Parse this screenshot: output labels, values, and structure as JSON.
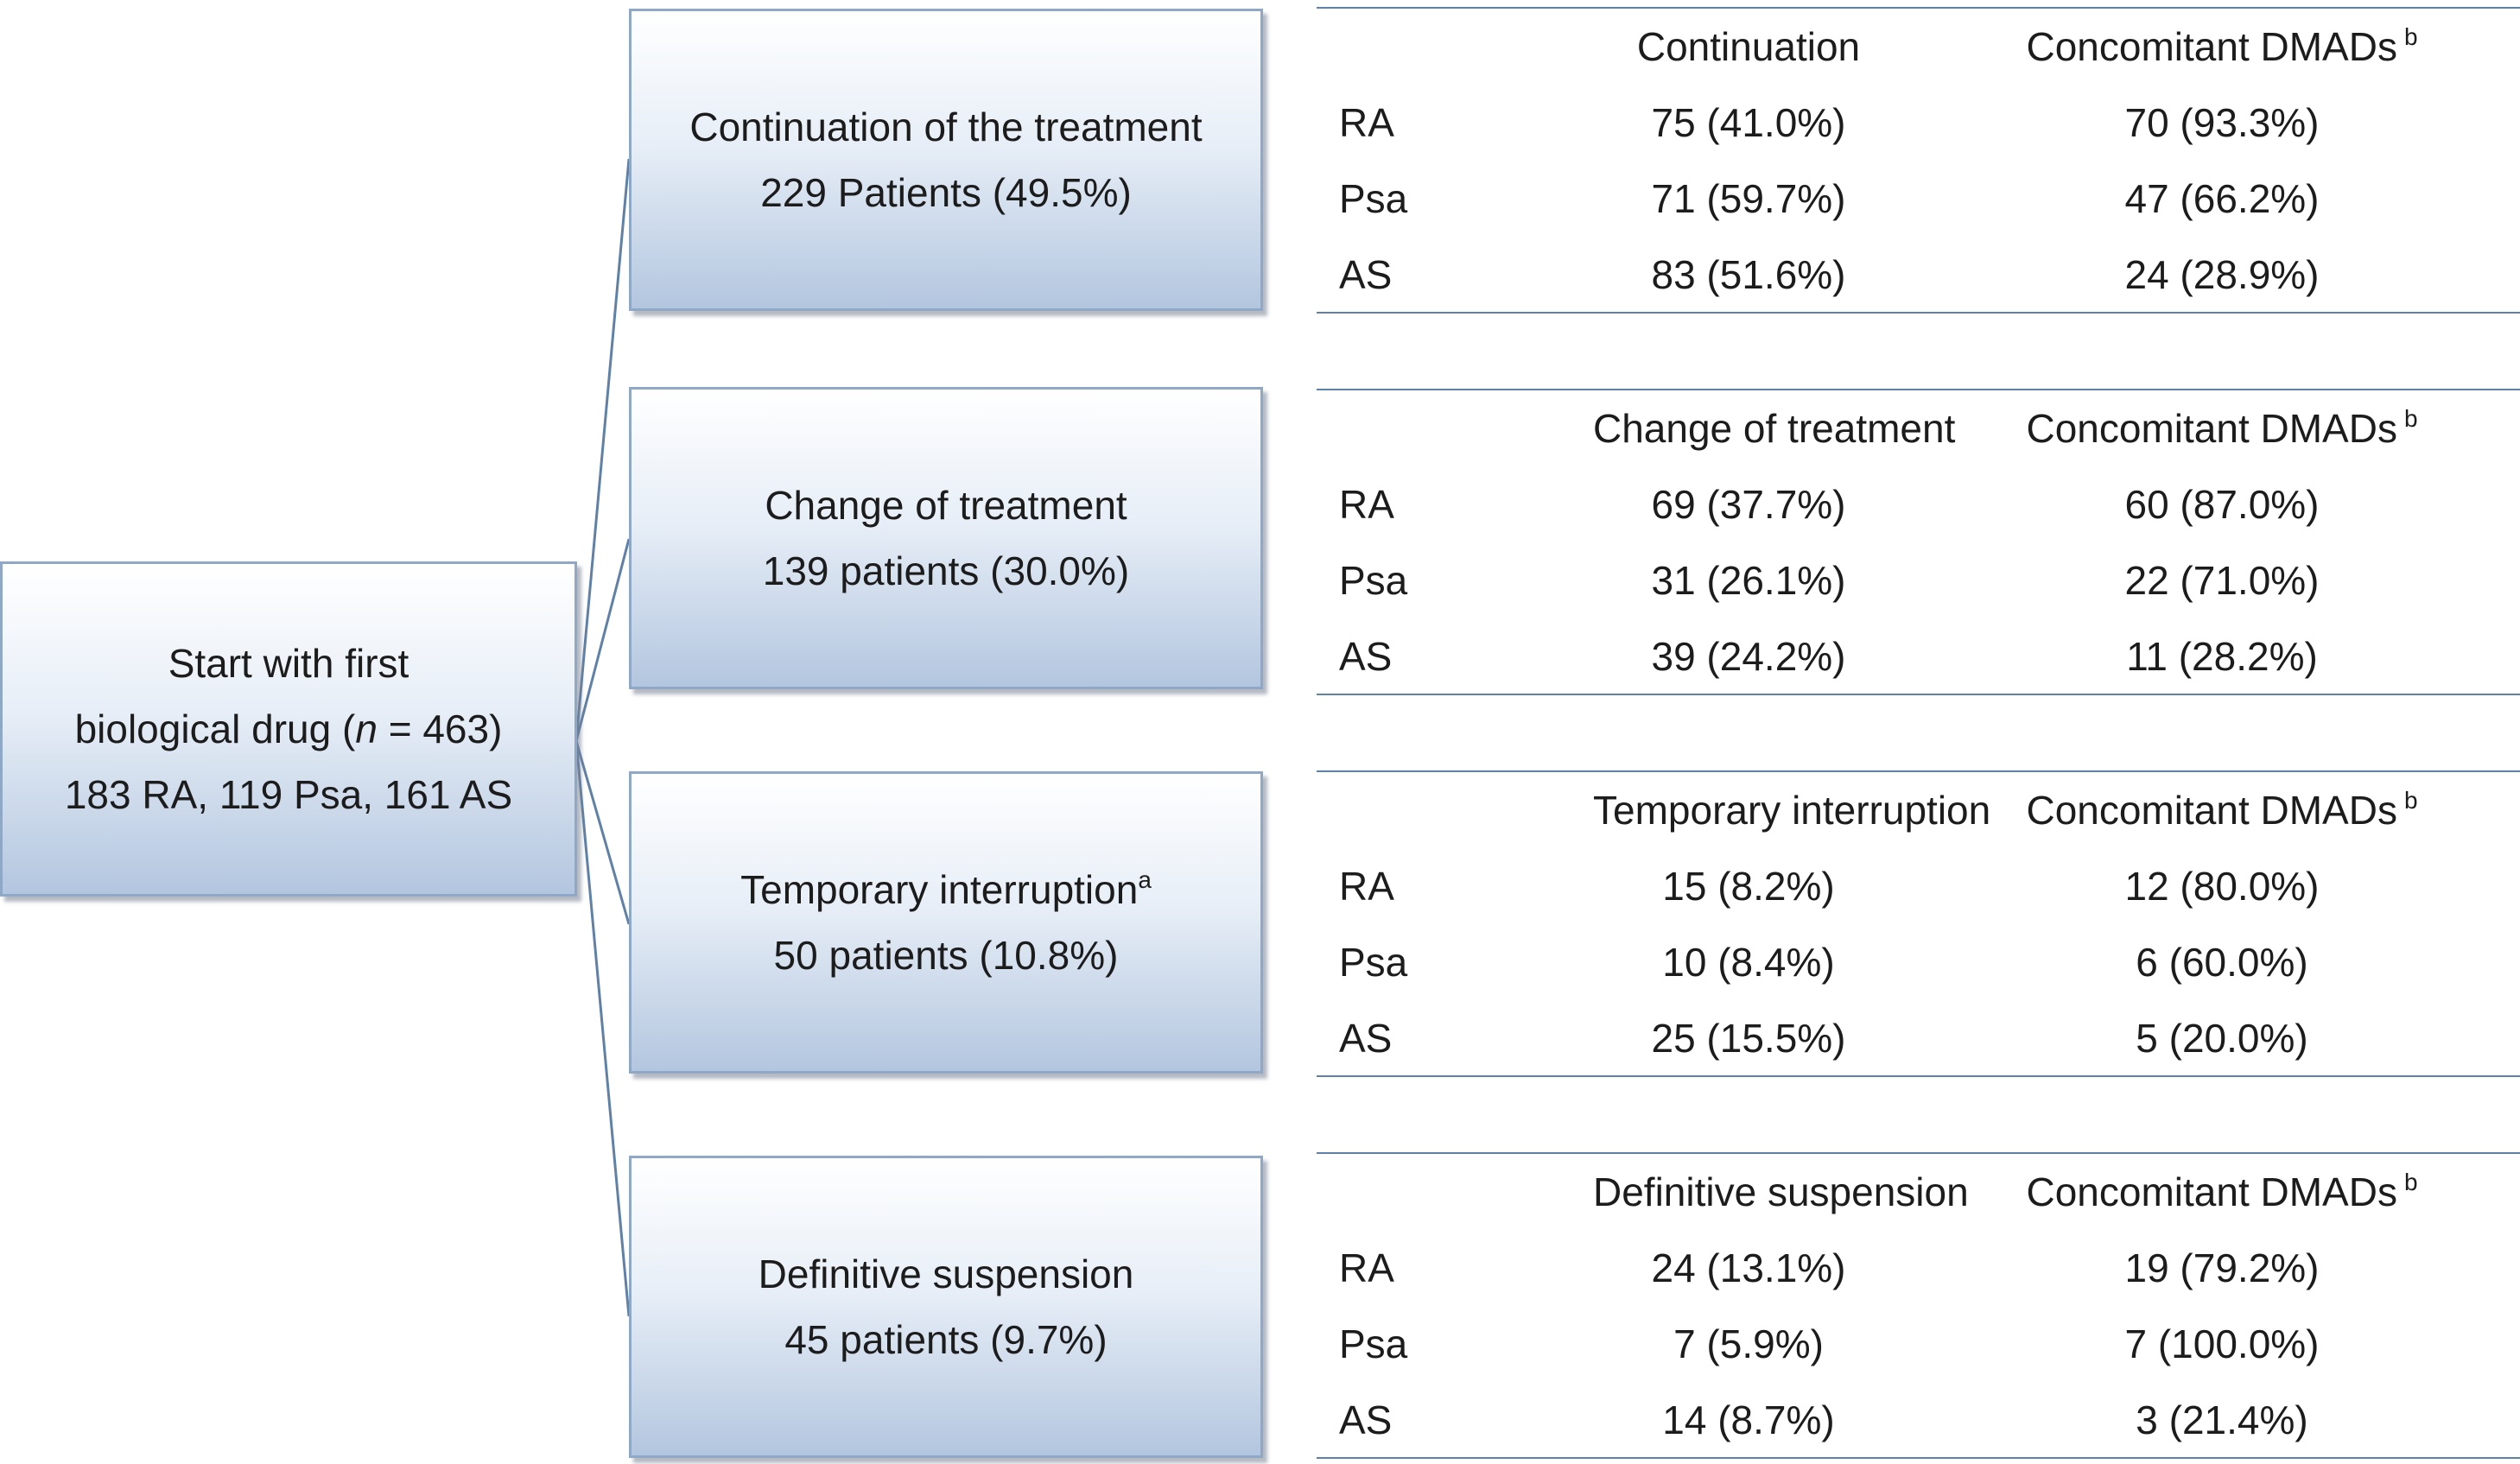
{
  "start": {
    "line1": "Start with first",
    "line2_prefix": "biological drug (",
    "line2_italic": "n",
    "line2_suffix": " = 463)",
    "line3": "183 RA, 119 Psa, 161 AS"
  },
  "branches": [
    {
      "title": "Continuation of the treatment",
      "title_sup": "",
      "patients": "229 Patients (49.5%)",
      "table": {
        "col1_header": "Continuation",
        "col2_header": "Concomitant DMADs",
        "col2_header_sup": "b",
        "rows": [
          {
            "label": "RA",
            "v1": "75 (41.0%)",
            "v2": "70 (93.3%)"
          },
          {
            "label": "Psa",
            "v1": "71 (59.7%)",
            "v2": "47 (66.2%)"
          },
          {
            "label": "AS",
            "v1": "83 (51.6%)",
            "v2": "24 (28.9%)"
          }
        ]
      }
    },
    {
      "title": "Change of treatment",
      "title_sup": "",
      "patients": "139 patients (30.0%)",
      "table": {
        "col1_header": "Change of treatment",
        "col2_header": "Concomitant DMADs",
        "col2_header_sup": "b",
        "rows": [
          {
            "label": "RA",
            "v1": "69 (37.7%)",
            "v2": "60 (87.0%)"
          },
          {
            "label": "Psa",
            "v1": "31 (26.1%)",
            "v2": "22 (71.0%)"
          },
          {
            "label": "AS",
            "v1": "39 (24.2%)",
            "v2": "11 (28.2%)"
          }
        ]
      }
    },
    {
      "title": "Temporary interruption",
      "title_sup": "a",
      "patients": "50 patients (10.8%)",
      "table": {
        "col1_header": "Temporary interruption",
        "col2_header": "Concomitant DMADs",
        "col2_header_sup": "b",
        "rows": [
          {
            "label": "RA",
            "v1": "15 (8.2%)",
            "v2": "12 (80.0%)"
          },
          {
            "label": "Psa",
            "v1": "10 (8.4%)",
            "v2": "6 (60.0%)"
          },
          {
            "label": "AS",
            "v1": "25 (15.5%)",
            "v2": "5 (20.0%)"
          }
        ]
      }
    },
    {
      "title": "Definitive suspension",
      "title_sup": "",
      "patients": "45 patients (9.7%)",
      "table": {
        "col1_header": "Definitive suspension",
        "col2_header": "Concomitant DMADs",
        "col2_header_sup": "b",
        "rows": [
          {
            "label": "RA",
            "v1": "24 (13.1%)",
            "v2": "19 (79.2%)"
          },
          {
            "label": "Psa",
            "v1": "7 (5.9%)",
            "v2": "7 (100.0%)"
          },
          {
            "label": "AS",
            "v1": "14 (8.7%)",
            "v2": "3 (21.4%)"
          }
        ]
      }
    }
  ],
  "colors": {
    "box_border": "#8fa8c6",
    "line": "#5f81a8"
  }
}
